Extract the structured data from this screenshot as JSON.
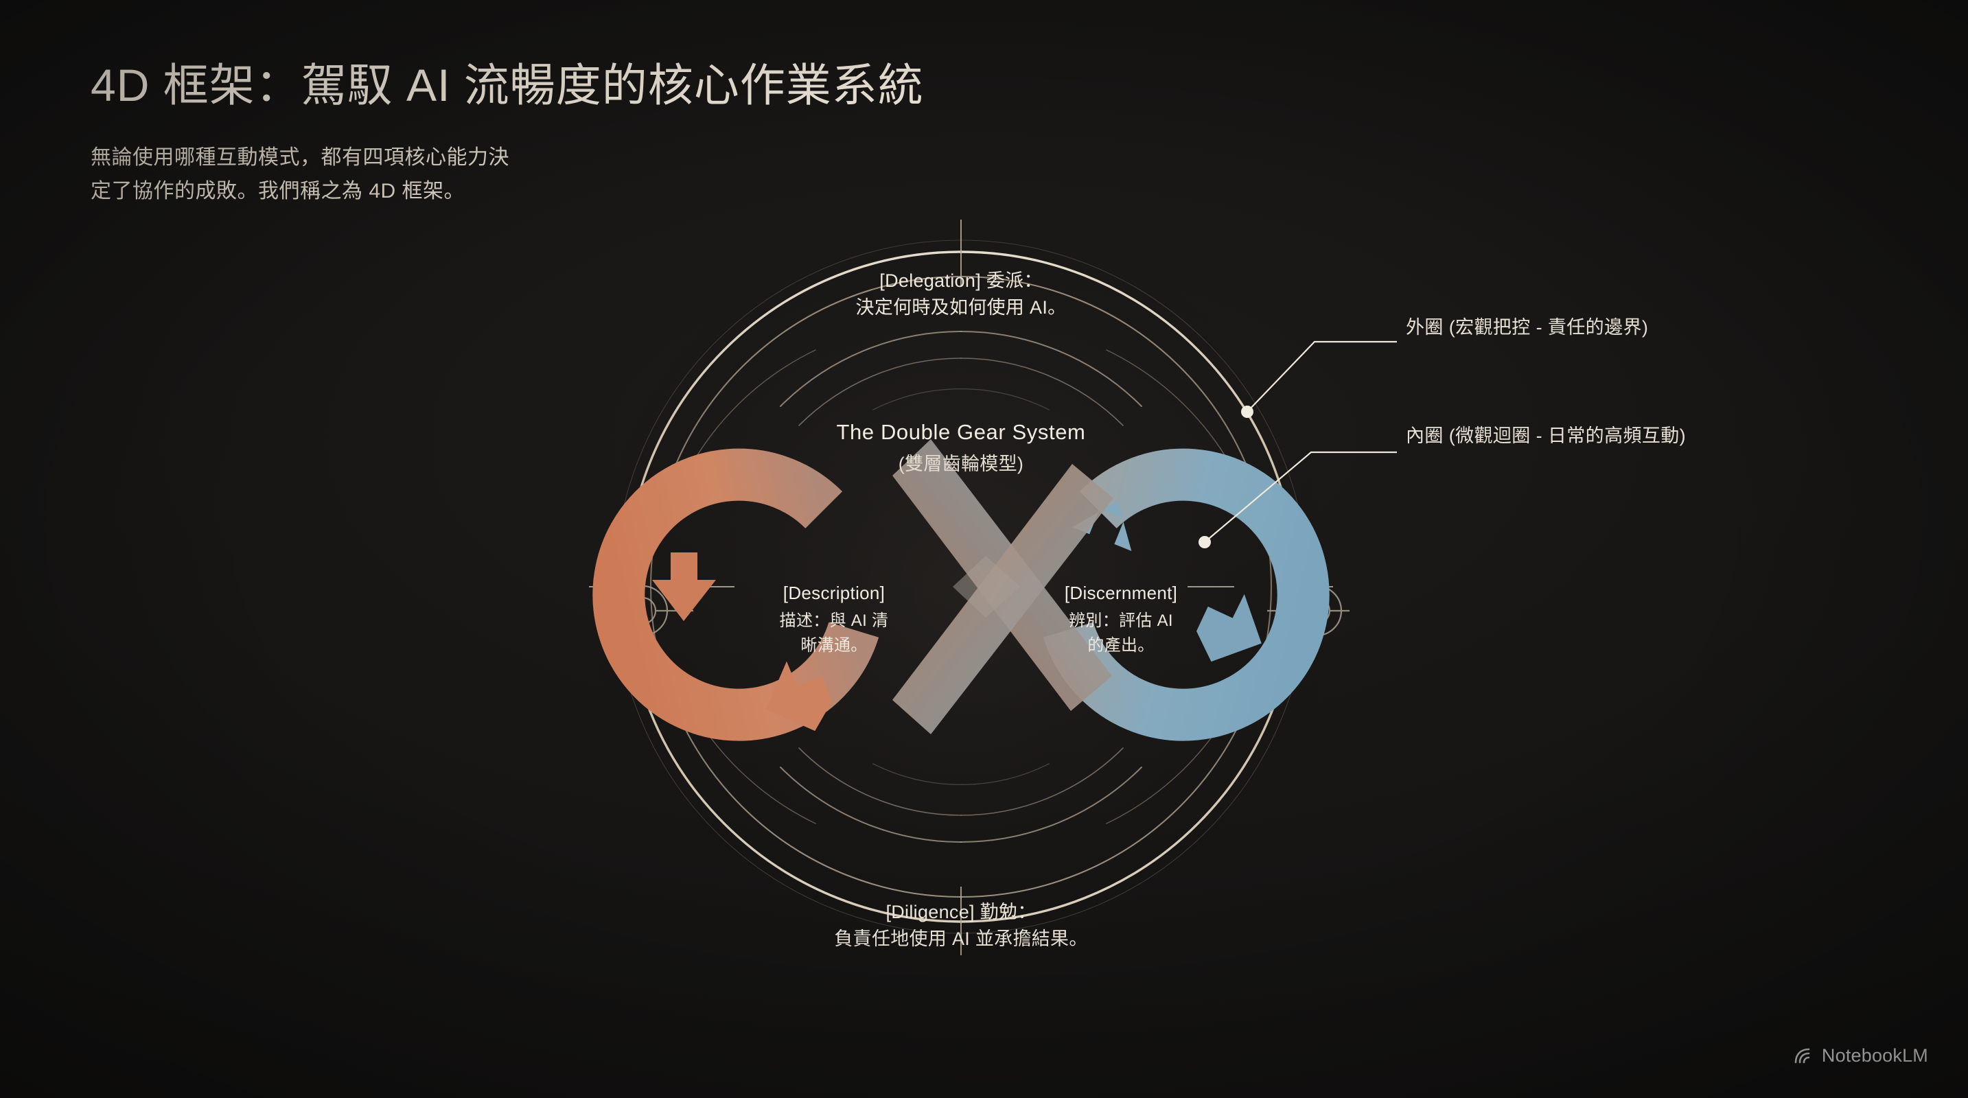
{
  "header": {
    "title": "4D 框架：駕馭 AI 流暢度的核心作業系統",
    "subtitle": "無論使用哪種互動模式，都有四項核心能力決\n定了協作的成敗。我們稱之為 4D 框架。"
  },
  "diagram": {
    "center": {
      "line1": "The Double Gear System",
      "line2": "(雙層齒輪模型)"
    },
    "outer_ring": {
      "top": {
        "line1": "[Delegation] 委派：",
        "line2": "決定何時及如何使用 AI。"
      },
      "bottom": {
        "line1": "[Diligence] 勤勉：",
        "line2": "負責任地使用 AI 並承擔結果。"
      }
    },
    "inner_loop": {
      "left": {
        "label": "[Description]",
        "line1": "描述：與 AI 清",
        "line2": "晰溝通。"
      },
      "right": {
        "label": "[Discernment]",
        "line1": "辨別：評估 AI",
        "line2": "的產出。"
      }
    },
    "colors": {
      "left_lobe": "#cf8160",
      "right_lobe": "#7fa8bf",
      "crossover": "#9a9189",
      "ring": "#cfc4b4",
      "background": "#141312",
      "text": "#efe7dc"
    }
  },
  "annotations": [
    {
      "id": "outer",
      "text": "外圈 (宏觀把控 - 責任的邊界)"
    },
    {
      "id": "inner",
      "text": "內圈 (微觀迴圈 - 日常的高頻互動)"
    }
  ],
  "watermark": {
    "label": "NotebookLM"
  }
}
